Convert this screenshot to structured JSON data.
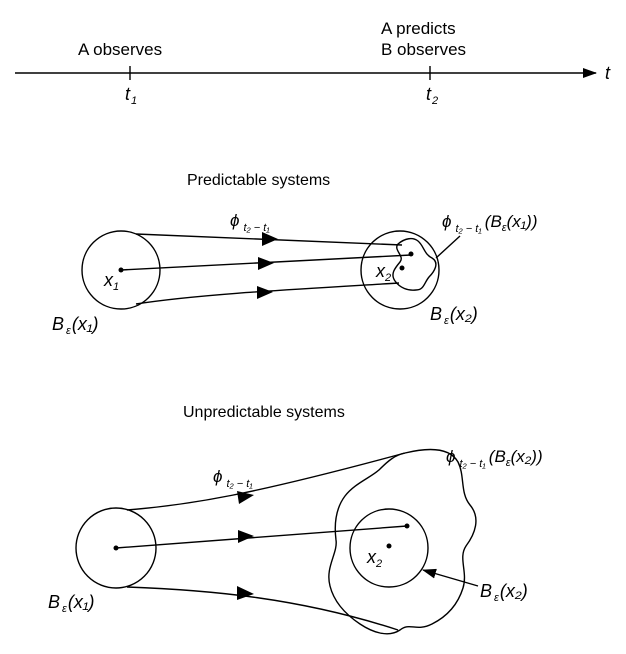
{
  "timeline": {
    "axis_label": "t",
    "event1_label": "A observes",
    "t1_label": "t",
    "t1_sub": "1",
    "event2_line1": "A predicts",
    "event2_line2": "B observes",
    "t2_label": "t",
    "t2_sub": "2"
  },
  "predictable": {
    "title": "Predictable systems",
    "flow_phi": "ϕ",
    "flow_sub": "t₂ − t₁",
    "image_label": "ϕ",
    "image_sub": "t₂ − t₁",
    "image_arg": "(B",
    "image_arg_sub": "ε",
    "image_arg_rest": "(x₁))",
    "x1": "x",
    "x1_sub": "1",
    "x2": "x",
    "x2_sub": "2",
    "ball1": "B",
    "ball1_sub": "ε",
    "ball1_arg": "(x₁)",
    "ball2": "B",
    "ball2_sub": "ε",
    "ball2_arg": "(x₂)"
  },
  "unpredictable": {
    "title": "Unpredictable systems",
    "flow_phi": "ϕ",
    "flow_sub": "t₂ − t₁",
    "image_label": "ϕ",
    "image_sub": "t₂ − t₁",
    "image_arg": "(B",
    "image_arg_sub": "ε",
    "image_arg_rest": "(x₂))",
    "x2": "x",
    "x2_sub": "2",
    "ball1": "B",
    "ball1_sub": "ε",
    "ball1_arg": "(x₁)",
    "ball2": "B",
    "ball2_sub": "ε",
    "ball2_arg": "(x₂)"
  }
}
